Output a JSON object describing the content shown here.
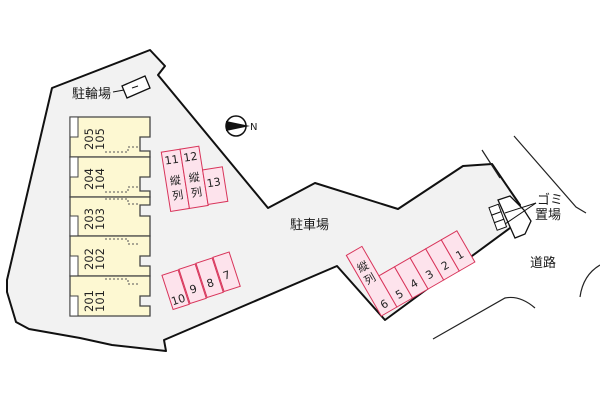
{
  "colors": {
    "site_fill": "#f2f2f2",
    "site_stroke": "#111111",
    "unit_fill": "#fdf8d2",
    "unit_stroke": "#444444",
    "parking_fill": "#fde3ec",
    "parking_stroke": "#d8345a",
    "background": "#ffffff"
  },
  "labels": {
    "bicycle_parking": "駐輪場",
    "parking_lot": "駐車場",
    "garbage_line1": "ゴミ",
    "garbage_line2": "置場",
    "road": "道路",
    "north": "N"
  },
  "building": {
    "units": [
      {
        "upper": "205",
        "lower": "105"
      },
      {
        "upper": "204",
        "lower": "104"
      },
      {
        "upper": "203",
        "lower": "103"
      },
      {
        "upper": "202",
        "lower": "102"
      },
      {
        "upper": "201",
        "lower": "101"
      }
    ]
  },
  "parking": {
    "tandem_label_1": "縦",
    "tandem_label_2": "列",
    "group_a": [
      {
        "number": "11",
        "tandem": true
      },
      {
        "number": "12",
        "tandem": true
      },
      {
        "number": "13",
        "tandem": false
      }
    ],
    "group_b": [
      {
        "number": "10"
      },
      {
        "number": "9"
      },
      {
        "number": "8"
      },
      {
        "number": "7"
      }
    ],
    "group_c": [
      {
        "number": "6",
        "tandem": true
      },
      {
        "number": "5"
      },
      {
        "number": "4"
      },
      {
        "number": "3"
      },
      {
        "number": "2"
      },
      {
        "number": "1"
      }
    ]
  }
}
